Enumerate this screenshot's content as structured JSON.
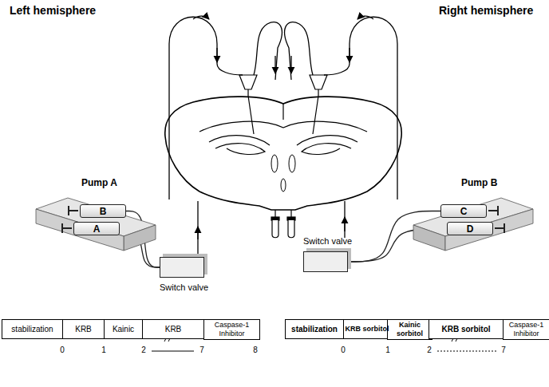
{
  "diagram": {
    "nodes": [
      {
        "text": [
          "Pump A"
        ]
      },
      {
        "text": [
          "B"
        ],
        "in": 0
      },
      {
        "text": [
          "A"
        ],
        "in": 0
      },
      {
        "text": [
          "Pump B"
        ]
      },
      {
        "text": [
          "C"
        ],
        "in": 3
      },
      {
        "text": [
          "D"
        ],
        "in": 3
      },
      {
        "text": [
          "Switch valve"
        ]
      },
      {
        "text": [
          "Switch valve"
        ]
      },
      {
        "text": [
          "stabilization"
        ]
      },
      {
        "text": [
          "KRB"
        ]
      },
      {
        "text": [
          "Kainic"
        ]
      },
      {
        "text": [
          "KRB"
        ]
      },
      {
        "text": [
          "Caspase-1 Inhibitor"
        ]
      },
      {
        "text": [
          "stabilization"
        ]
      },
      {
        "text": [
          "KRB sorbitol"
        ]
      },
      {
        "text": [
          "Kainic sorbitol"
        ]
      },
      {
        "text": [
          "KRB sorbitol"
        ]
      },
      {
        "text": [
          "Caspase-1 Inhibitor"
        ]
      }
    ],
    "edges": [
      {
        "from": 1,
        "to": 6,
        "arrow": "none"
      },
      {
        "from": 2,
        "to": 6,
        "arrow": "none"
      },
      {
        "from": 4,
        "to": 7,
        "arrow": "none"
      },
      {
        "from": 5,
        "to": 7,
        "arrow": "none"
      }
    ],
    "labels": [
      "Left hemisphere",
      "Right hemisphere",
      "0",
      "1",
      "2",
      "7",
      "8",
      "0",
      "1",
      "2",
      "7"
    ]
  }
}
